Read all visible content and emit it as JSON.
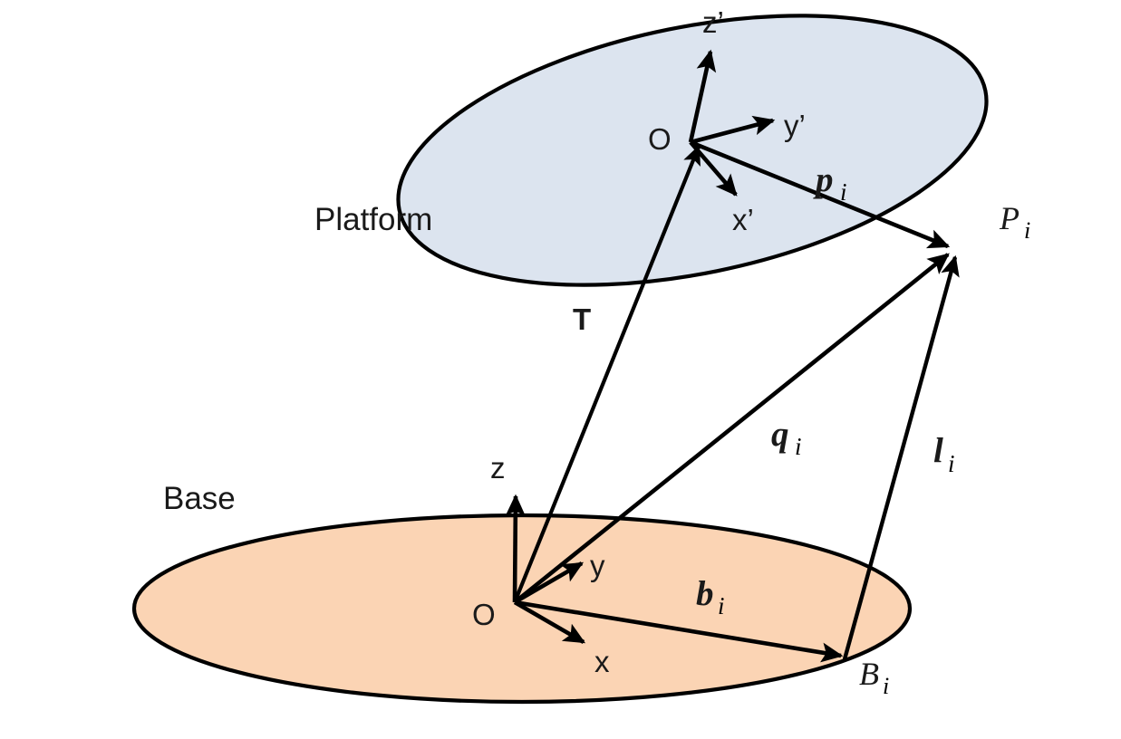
{
  "figure": {
    "kind": "stewart-platform-kinematics-diagram",
    "background_color": "#ffffff",
    "stroke_color": "#000000",
    "text_color": "#1a1a1a"
  },
  "platform": {
    "caption": "Platform",
    "fill_color": "#dce4ef",
    "origin_label": "O",
    "axes": {
      "x": "x’",
      "y": "y’",
      "z": "z’"
    },
    "attachment_point_label": "P",
    "attachment_point_sub": "i",
    "vector_label": "p",
    "vector_sub": "i"
  },
  "base": {
    "caption": "Base",
    "fill_color": "#fbd4b4",
    "origin_label": "O",
    "axes": {
      "x": "x",
      "y": "y",
      "z": "z"
    },
    "attachment_point_label": "B",
    "attachment_point_sub": "i",
    "vector_label": "b",
    "vector_sub": "i"
  },
  "vectors": {
    "translation": "T",
    "q_label": "q",
    "q_sub": "i",
    "l_label": "l",
    "l_sub": "i"
  }
}
